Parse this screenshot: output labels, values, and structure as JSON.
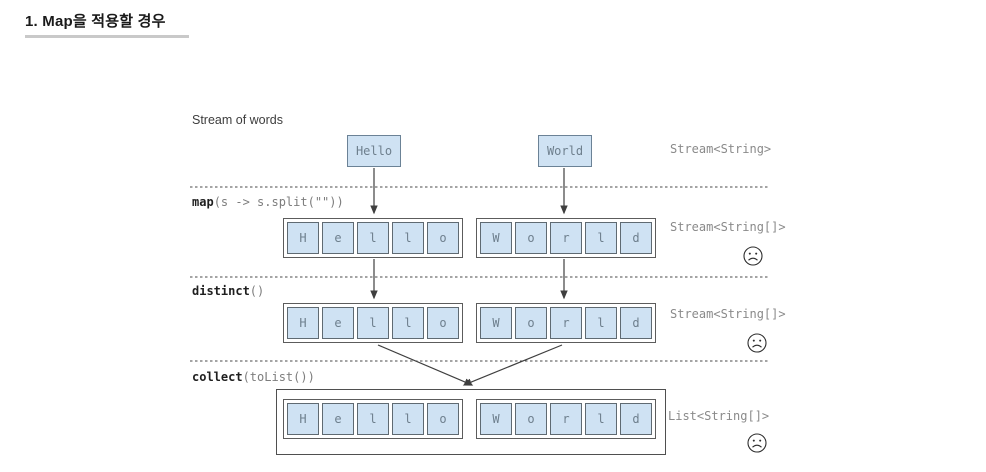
{
  "title": "1. Map을 적용할 경우",
  "diagram": {
    "intro_label": "Stream of words",
    "source_words": [
      "Hello",
      "World"
    ],
    "letters": {
      "hello": [
        "H",
        "e",
        "l",
        "l",
        "o"
      ],
      "world": [
        "W",
        "o",
        "r",
        "l",
        "d"
      ]
    },
    "operations": {
      "map": {
        "bold": "map",
        "rest": "(s -> s.split(\"\"))"
      },
      "distinct": {
        "bold": "distinct",
        "rest": "()"
      },
      "collect": {
        "bold": "collect",
        "rest": "(toList())"
      }
    },
    "type_labels": {
      "stream_string": "Stream<String>",
      "stream_string_array_1": "Stream<String[]>",
      "stream_string_array_2": "Stream<String[]>",
      "list_string_array": "List<String[]>"
    },
    "colors": {
      "cell_fill": "#cfe2f3",
      "cell_border": "#5f6a72",
      "group_border": "#5c5c5c",
      "line": "#3f3f3f",
      "label_text": "#8a8a8a",
      "title_underline": "#c9c9c9"
    }
  }
}
